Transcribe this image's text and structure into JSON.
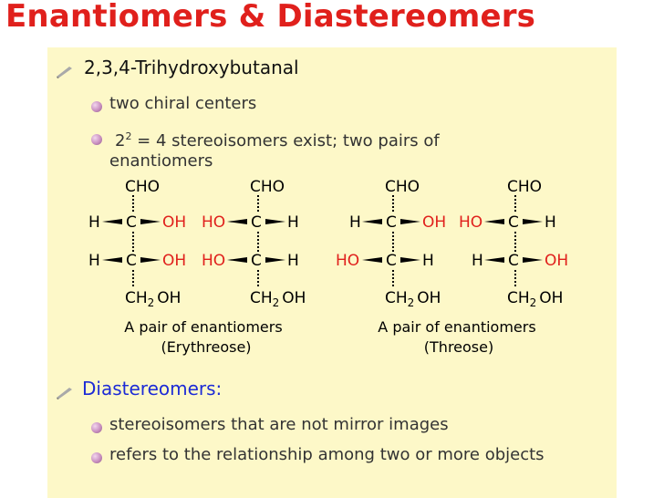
{
  "title": "Enantiomers & Diastereomers",
  "bullets": {
    "compound": "2,3,4-Trihydroxybutanal",
    "sub1": "two chiral centers",
    "sub2_base": "2",
    "sub2_exp": "2",
    "sub2_rest": " = 4 stereoisomers exist; two pairs of enantiomers",
    "diastereomers": "Diastereomers:",
    "sub3": "stereoisomers that are not mirror images",
    "sub4": "refers to the relationship among two or more objects"
  },
  "diagram": {
    "top_group": "CHO",
    "bottom_group_a": "CH",
    "bottom_group_sub": "2",
    "bottom_group_b": "OH",
    "carbon": "C",
    "h": "H",
    "oh": "OH",
    "ho": "HO",
    "pair1_caption": "A pair of enantiomers",
    "pair1_name": "(Erythreose)",
    "pair2_caption": "A pair of enantiomers",
    "pair2_name": "(Threose)"
  },
  "colors": {
    "title": "#e0201c",
    "highlight_oh": "#e0201c",
    "diastereomers": "#1d2bd6",
    "panel": "#fdf8c8"
  }
}
